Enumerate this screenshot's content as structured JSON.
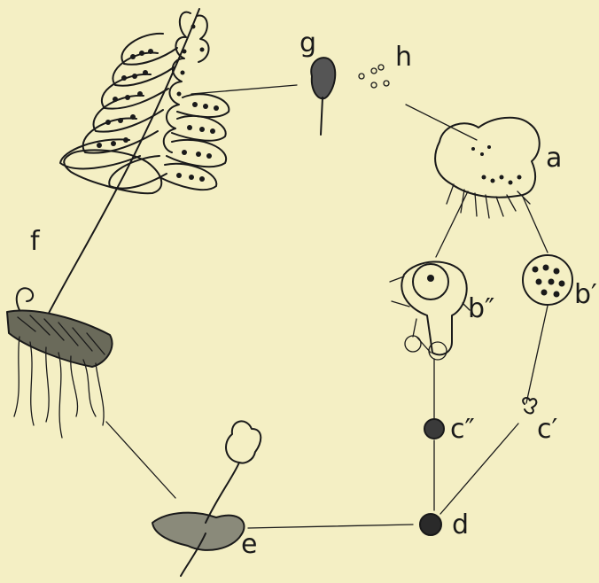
{
  "figure": {
    "labels": {
      "a": "a",
      "b_single_prime": "b′",
      "b_double_prime": "b″",
      "c_single_prime": "c′",
      "c_double_prime": "c″",
      "d": "d",
      "e": "e",
      "f": "f",
      "g": "g",
      "h": "h"
    }
  }
}
